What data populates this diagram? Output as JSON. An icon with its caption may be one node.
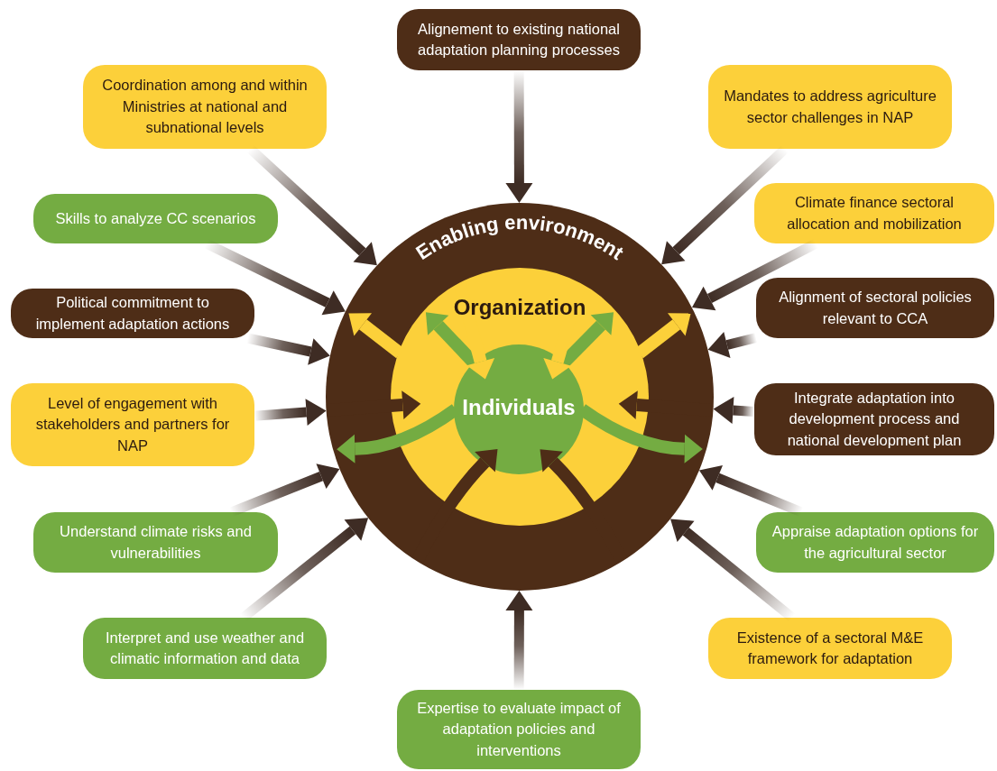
{
  "diagram": {
    "nodes": [
      {
        "text": [
          "Enabling environment"
        ]
      },
      {
        "text": [
          "Organization"
        ],
        "in": 0
      },
      {
        "text": [
          "Individuals"
        ],
        "in": 1
      },
      {
        "text": [
          "Alignement to existing national adaptation planning processes"
        ]
      },
      {
        "text": [
          "Coordination among and within Ministries at national and subnational levels"
        ]
      },
      {
        "text": [
          "Mandates to address agriculture sector challenges in NAP"
        ]
      },
      {
        "text": [
          "Skills to analyze CC scenarios"
        ]
      },
      {
        "text": [
          "Climate finance sectoral allocation and mobilization"
        ]
      },
      {
        "text": [
          "Political commitment to implement adaptation actions"
        ]
      },
      {
        "text": [
          "Alignment of sectoral policies relevant to CCA"
        ]
      },
      {
        "text": [
          "Level of engagement with stakeholders and partners for NAP"
        ]
      },
      {
        "text": [
          "Integrate adaptation into development process and national development plan"
        ]
      },
      {
        "text": [
          "Understand climate risks and vulnerabilities"
        ]
      },
      {
        "text": [
          "Appraise adaptation options for the agricultural sector"
        ]
      },
      {
        "text": [
          "Interpret and use weather and climatic information and data"
        ]
      },
      {
        "text": [
          "Existence of a sectoral M&E framework for adaptation"
        ]
      },
      {
        "text": [
          "Expertise to evaluate impact of adaptation policies and interventions"
        ]
      }
    ],
    "edges": [
      {
        "from": 3,
        "to": 0,
        "arrow": "to"
      },
      {
        "from": 4,
        "to": 0,
        "arrow": "to"
      },
      {
        "from": 5,
        "to": 0,
        "arrow": "to"
      },
      {
        "from": 6,
        "to": 0,
        "arrow": "to"
      },
      {
        "from": 7,
        "to": 0,
        "arrow": "to"
      },
      {
        "from": 8,
        "to": 0,
        "arrow": "to"
      },
      {
        "from": 9,
        "to": 0,
        "arrow": "to"
      },
      {
        "from": 10,
        "to": 0,
        "arrow": "to"
      },
      {
        "from": 11,
        "to": 0,
        "arrow": "to"
      },
      {
        "from": 12,
        "to": 0,
        "arrow": "to"
      },
      {
        "from": 13,
        "to": 0,
        "arrow": "to"
      },
      {
        "from": 14,
        "to": 0,
        "arrow": "to"
      },
      {
        "from": 15,
        "to": 0,
        "arrow": "to"
      },
      {
        "from": 16,
        "to": 0,
        "arrow": "to"
      },
      {
        "from": 1,
        "to": 0,
        "arrow": "to",
        "color": "#fcd03a"
      },
      {
        "from": 1,
        "to": 0,
        "arrow": "to",
        "color": "#fcd03a"
      },
      {
        "from": 0,
        "to": 1,
        "arrow": "to",
        "color": "#4e2d17"
      },
      {
        "from": 0,
        "to": 1,
        "arrow": "to",
        "color": "#4e2d17"
      },
      {
        "from": 2,
        "to": 1,
        "arrow": "to",
        "color": "#74ac42"
      },
      {
        "from": 2,
        "to": 1,
        "arrow": "to",
        "color": "#74ac42"
      },
      {
        "from": 1,
        "to": 2,
        "arrow": "to",
        "color": "#fcd03a"
      },
      {
        "from": 1,
        "to": 2,
        "arrow": "to",
        "color": "#fcd03a"
      },
      {
        "from": 2,
        "to": 0,
        "arrow": "to",
        "color": "#74ac42"
      },
      {
        "from": 2,
        "to": 0,
        "arrow": "to",
        "color": "#74ac42"
      },
      {
        "from": 0,
        "to": 2,
        "arrow": "to",
        "color": "#4e2d17"
      },
      {
        "from": 0,
        "to": 2,
        "arrow": "to",
        "color": "#4e2d17"
      }
    ]
  }
}
